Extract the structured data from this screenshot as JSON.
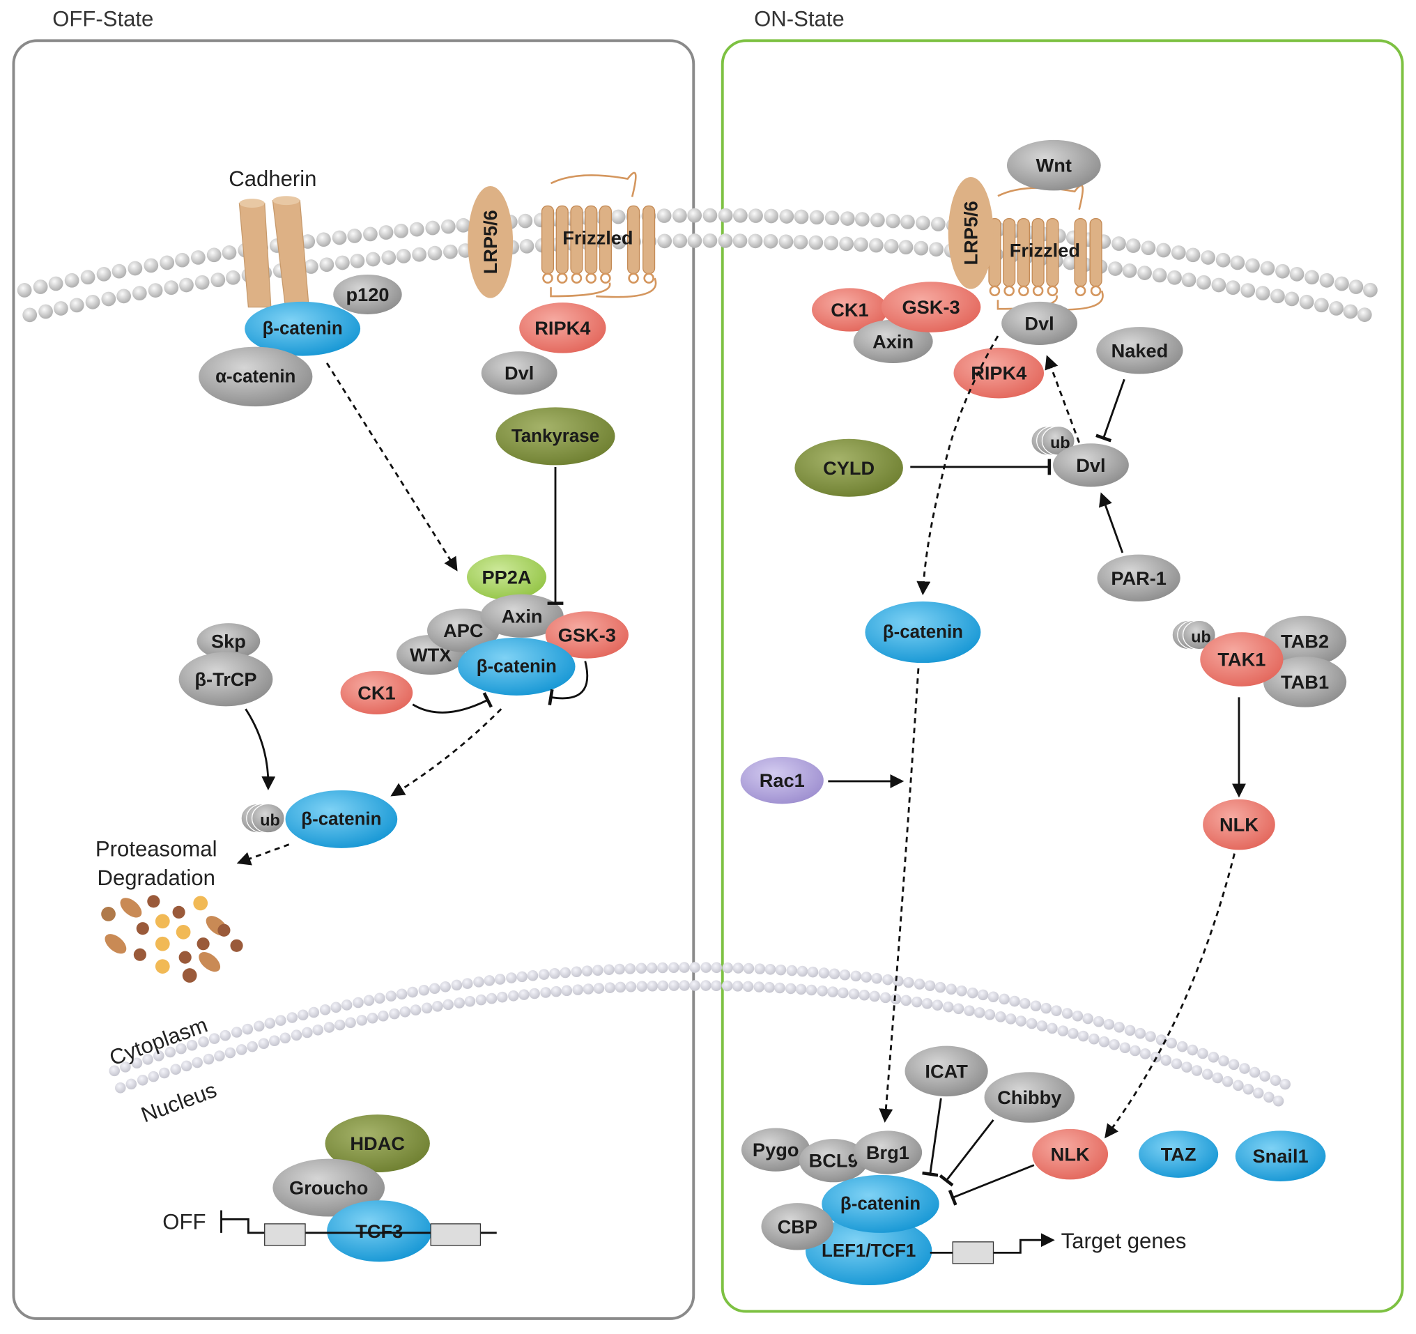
{
  "panels": {
    "off_title": "OFF-State",
    "on_title": "ON-State",
    "off_border_color": "#8a8a8a",
    "on_border_color": "#7dc142"
  },
  "labels": {
    "cadherin": "Cadherin",
    "proteasomal": "Proteasomal",
    "degradation": "Degradation",
    "cytoplasm": "Cytoplasm",
    "nucleus": "Nucleus",
    "off_promoter": "OFF",
    "target_genes": "Target genes",
    "frizzled_off": "Frizzled",
    "frizzled_on": "Frizzled",
    "lrp_off": "LRP5/6",
    "lrp_on": "LRP5/6"
  },
  "colors": {
    "beta_catenin": "#2aa6df",
    "gray_protein": "#9b9b9b",
    "kinase_red": "#e9766b",
    "olive": "#7b8c3b",
    "pp2a_green": "#a5cf57",
    "rac1_purple": "#a89bd5",
    "receptor_tan": "#ddb185"
  },
  "nodes": [
    {
      "id": "p120",
      "label": "p120",
      "kind": "gray"
    },
    {
      "id": "bcat_mem",
      "label": "β-catenin",
      "kind": "blue"
    },
    {
      "id": "acat",
      "label": "α-catenin",
      "kind": "gray"
    },
    {
      "id": "ripk4_off",
      "label": "RIPK4",
      "kind": "red"
    },
    {
      "id": "dvl_off",
      "label": "Dvl",
      "kind": "gray"
    },
    {
      "id": "tankyrase",
      "label": "Tankyrase",
      "kind": "olive"
    },
    {
      "id": "pp2a",
      "label": "PP2A",
      "kind": "green"
    },
    {
      "id": "wtx",
      "label": "WTX",
      "kind": "gray"
    },
    {
      "id": "apc",
      "label": "APC",
      "kind": "gray"
    },
    {
      "id": "axin_off",
      "label": "Axin",
      "kind": "gray"
    },
    {
      "id": "gsk3_off",
      "label": "GSK-3",
      "kind": "red"
    },
    {
      "id": "bcat_complex",
      "label": "β-catenin",
      "kind": "blue"
    },
    {
      "id": "ck1_off",
      "label": "CK1",
      "kind": "red"
    },
    {
      "id": "skp",
      "label": "Skp",
      "kind": "gray"
    },
    {
      "id": "btrcp",
      "label": "β-TrCP",
      "kind": "gray"
    },
    {
      "id": "ub_off",
      "label": "ub",
      "kind": "ub"
    },
    {
      "id": "bcat_ub",
      "label": "β-catenin",
      "kind": "blue"
    },
    {
      "id": "hdac",
      "label": "HDAC",
      "kind": "olive"
    },
    {
      "id": "groucho",
      "label": "Groucho",
      "kind": "gray"
    },
    {
      "id": "tcf3",
      "label": "TCF3",
      "kind": "blue"
    },
    {
      "id": "wnt",
      "label": "Wnt",
      "kind": "gray"
    },
    {
      "id": "ck1_on",
      "label": "CK1",
      "kind": "red"
    },
    {
      "id": "axin_on",
      "label": "Axin",
      "kind": "gray"
    },
    {
      "id": "gsk3_on",
      "label": "GSK-3",
      "kind": "red"
    },
    {
      "id": "dvl_on",
      "label": "Dvl",
      "kind": "gray"
    },
    {
      "id": "ripk4_on",
      "label": "RIPK4",
      "kind": "red"
    },
    {
      "id": "naked",
      "label": "Naked",
      "kind": "gray"
    },
    {
      "id": "cyld",
      "label": "CYLD",
      "kind": "olive"
    },
    {
      "id": "ub_dvl",
      "label": "ub",
      "kind": "ub"
    },
    {
      "id": "dvl_ub",
      "label": "Dvl",
      "kind": "gray"
    },
    {
      "id": "par1",
      "label": "PAR-1",
      "kind": "gray"
    },
    {
      "id": "bcat_on",
      "label": "β-catenin",
      "kind": "blue"
    },
    {
      "id": "ub_tak",
      "label": "ub",
      "kind": "ub"
    },
    {
      "id": "tab2",
      "label": "TAB2",
      "kind": "gray"
    },
    {
      "id": "tab1",
      "label": "TAB1",
      "kind": "gray"
    },
    {
      "id": "tak1",
      "label": "TAK1",
      "kind": "red"
    },
    {
      "id": "rac1",
      "label": "Rac1",
      "kind": "purple"
    },
    {
      "id": "nlk_cyto",
      "label": "NLK",
      "kind": "red"
    },
    {
      "id": "icat",
      "label": "ICAT",
      "kind": "gray"
    },
    {
      "id": "chibby",
      "label": "Chibby",
      "kind": "gray"
    },
    {
      "id": "pygo",
      "label": "Pygo",
      "kind": "gray"
    },
    {
      "id": "bcl9",
      "label": "BCL9",
      "kind": "gray"
    },
    {
      "id": "brg1",
      "label": "Brg1",
      "kind": "gray"
    },
    {
      "id": "nlk_nuc",
      "label": "NLK",
      "kind": "red"
    },
    {
      "id": "taz",
      "label": "TAZ",
      "kind": "blue"
    },
    {
      "id": "snail1",
      "label": "Snail1",
      "kind": "blue"
    },
    {
      "id": "lef1",
      "label": "LEF1/TCF1",
      "kind": "blue"
    },
    {
      "id": "bcat_nuc",
      "label": "β-catenin",
      "kind": "blue"
    },
    {
      "id": "cbp",
      "label": "CBP",
      "kind": "gray"
    }
  ]
}
